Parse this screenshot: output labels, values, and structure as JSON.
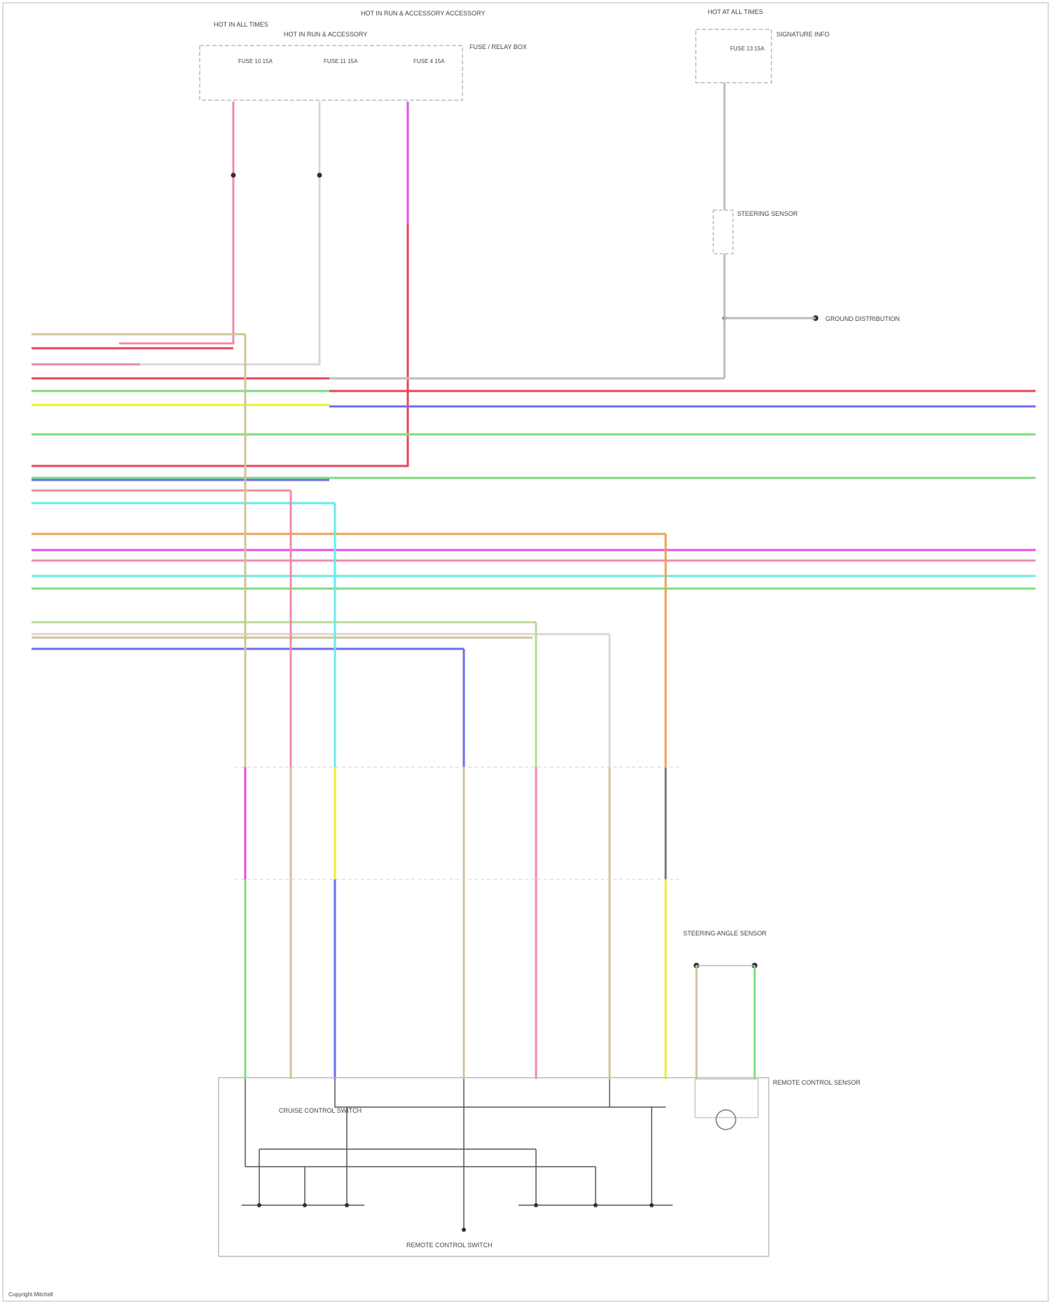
{
  "diagram": {
    "title": "",
    "footer_credit": "Copyright Mitchell",
    "top_fuse_labels": [
      "HOT IN ALL TIMES",
      "HOT IN RUN & ACCESSORY",
      "HOT IN RUN & ACCESSORY ACCESSORY"
    ],
    "fuse_box_labels": [
      "FUSE 10 15A",
      "FUSE 11 15A",
      "FUSE 4 15A"
    ],
    "relay_box_label": "FUSE / RELAY BOX",
    "top_right_fuse_label": "HOT AT ALL TIMES",
    "top_right_box_label": "FUSE 13 15A",
    "top_right_note": "SIGNATURE INFO",
    "right_module_label": "STEERING SENSOR",
    "ground_label": "GROUND DISTRIBUTION",
    "steering_motor_label": "STEERING ANGLE SENSOR",
    "bottom_module_label": "REMOTE CONTROL SWITCH",
    "inner_switch_label": "CRUISE CONTROL SWITCH",
    "right_switch_label": "REMOTE CONTROL SENSOR",
    "colors": {
      "pink": "#f08aa8",
      "red": "#e8445a",
      "magenta": "#e84ce8",
      "green": "#7edc7e",
      "yellow": "#eeee33",
      "blue": "#6c6cf0",
      "cyan": "#66eaea",
      "orange": "#f0a050",
      "gray": "#bcbcbc",
      "tan": "#cfc49a",
      "darkgray": "#777777"
    }
  }
}
